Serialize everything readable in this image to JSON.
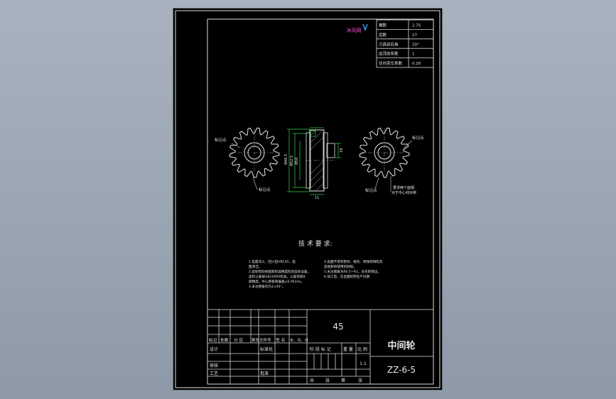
{
  "logo_text": "沐风网",
  "param_table": [
    {
      "label": "模数",
      "value": "2.75"
    },
    {
      "label": "齿数",
      "value": "17"
    },
    {
      "label": "刀具前后角",
      "value": "20°"
    },
    {
      "label": "齿顶高系数",
      "value": "1"
    },
    {
      "label": "径向变位系数",
      "value": "0.20"
    }
  ],
  "annotations": {
    "left_top": "标记点",
    "left_bottom": "标记点",
    "right_top": "标记点",
    "right_bottom": "标记点",
    "right_note_1": "要求两个面相",
    "right_note_2": "对于中心线对称",
    "dim_a": "Φ46.5",
    "dim_b": "Φ52.5",
    "dim_c": "Φ50",
    "dim_width": "19",
    "dim_bottom": "11"
  },
  "tech_title": "技 术 要 求:",
  "tech_notes_left": [
    "1.齿面淬火，回火后HRC45，齿",
    "  面清洁。",
    "2.齿轮检验按国家标准精度检验齿轮误差，",
    "  齿轮公差按GB10095标准，公差等级8",
    "  级精度。中心距极限偏差±0.05mm。",
    "3.未注倒角均为1×45°。"
  ],
  "tech_notes_right": [
    "4.齿面不得有裂纹、碰伤、锈蚀等缺陷及",
    "  其他影响使用的缺陷。",
    "5.未注圆角为R0.5~R1，去毛刺锐边。",
    "6.加工后，在齿面标明生产日期"
  ],
  "title_block": {
    "material": "45",
    "part_name": "中间轮",
    "drawing_no": "ZZ-6-5",
    "scale": "1:1",
    "labels": {
      "mark": "标记",
      "count": "处数",
      "zone": "分 区",
      "doc_no": "更改文件号",
      "sign": "签 名",
      "date": "年、月、日",
      "design": "设计",
      "standardize": "标准化",
      "review": "审核",
      "process": "工艺",
      "approve": "批准",
      "stage_mark": "阶 段 标 记",
      "weight": "重 量",
      "ratio": "比 例",
      "sheets_total": "共",
      "sheets_word": "张",
      "sheet_no": "第",
      "sheet_word": "张"
    }
  }
}
